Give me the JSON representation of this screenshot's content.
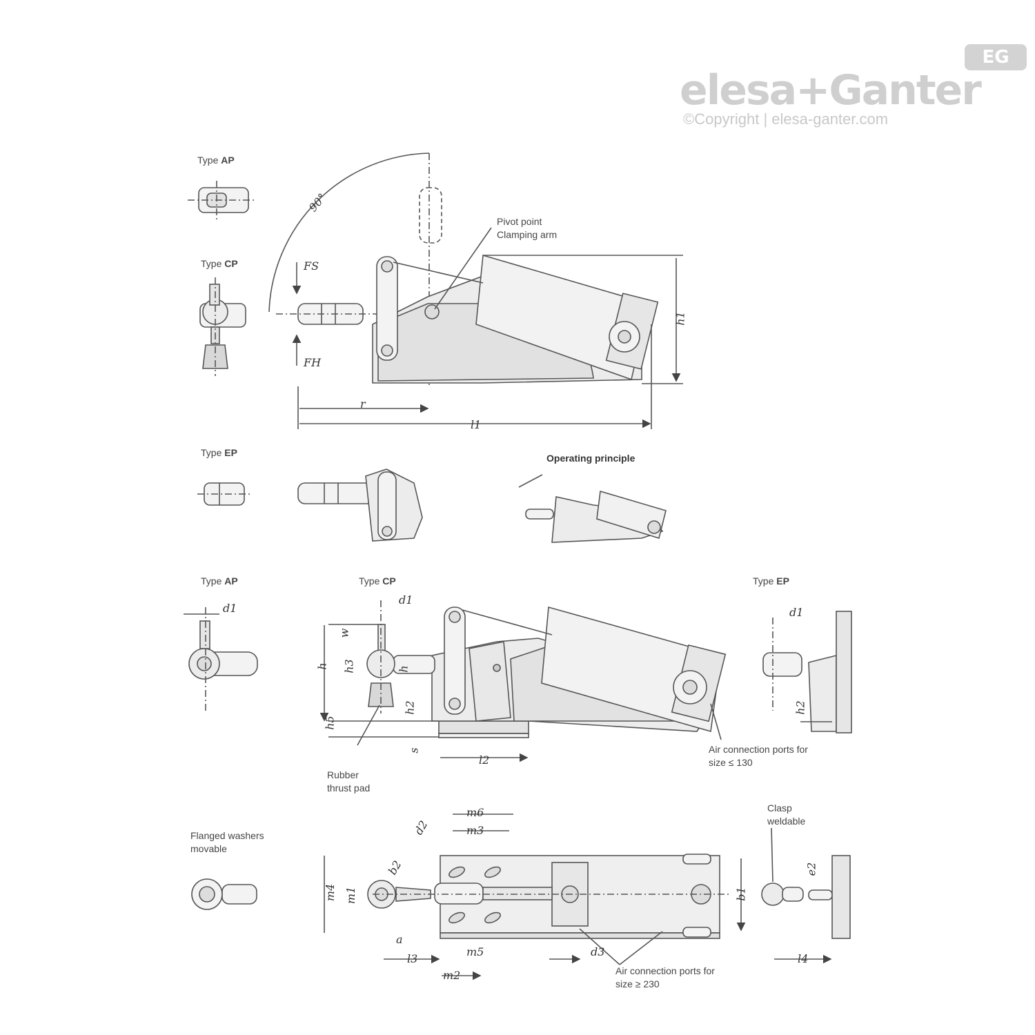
{
  "brand": {
    "wordmark": "elesa+Ganter",
    "badge": "EG",
    "copyright": "©Copyright | elesa-ganter.com"
  },
  "type_labels": {
    "ap_top": {
      "prefix": "Type ",
      "code": "AP"
    },
    "cp_top": {
      "prefix": "Type ",
      "code": "CP"
    },
    "ep_mid": {
      "prefix": "Type ",
      "code": "EP"
    },
    "ap_bottom": {
      "prefix": "Type ",
      "code": "AP"
    },
    "cp_bottom": {
      "prefix": "Type ",
      "code": "CP"
    },
    "ep_bottom": {
      "prefix": "Type ",
      "code": "EP"
    }
  },
  "notes": {
    "pivot_1": "Pivot point",
    "pivot_2": "Clamping arm",
    "operating": "Operating principle",
    "rubber_1": "Rubber",
    "rubber_2": "thrust pad",
    "air_small_1": "Air connection ports  for",
    "air_small_2": "size ≤ 130",
    "flanged_1": "Flanged washers",
    "flanged_2": "movable",
    "clasp_1": "Clasp",
    "clasp_2": "weldable",
    "air_large_1": "Air connection ports for",
    "air_large_2": "size ≥ 230"
  },
  "dimensions": {
    "angle": "90°",
    "fs": "FS",
    "fh": "FH",
    "r": "r",
    "l1": "l1",
    "h1": "h1",
    "d1_cp": "d1",
    "d1_ap": "d1",
    "d1_ep": "d1",
    "w": "w",
    "h": "h",
    "h3": "h3",
    "h2_cp": "h2",
    "h2_ep": "h2",
    "h5": "h5",
    "s": "s",
    "l2": "l2",
    "m6": "m6",
    "m3": "m3",
    "d2": "d2",
    "b2": "b2",
    "m4": "m4",
    "m1": "m1",
    "a": "a",
    "l3": "l3",
    "m5": "m5",
    "m2": "m2",
    "d3": "d3",
    "b1": "b1",
    "e2": "e2",
    "l4": "l4",
    "h7": "h"
  }
}
